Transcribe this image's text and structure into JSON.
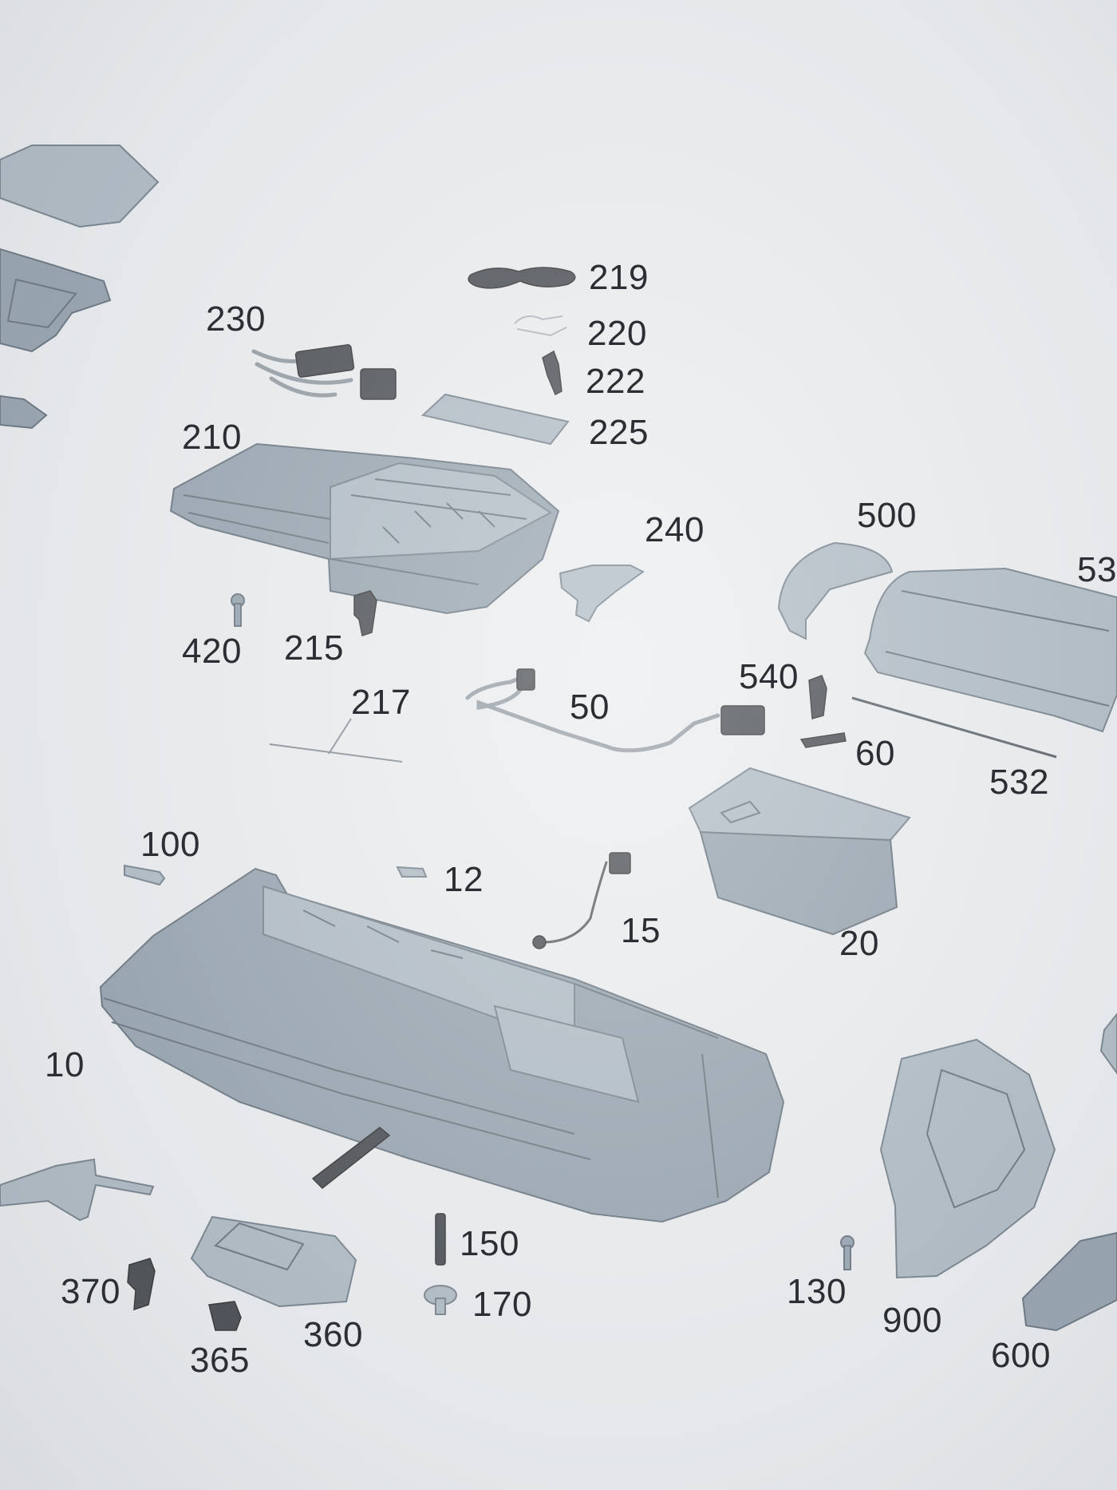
{
  "callouts": {
    "l10": "10",
    "l12": "12",
    "l15": "15",
    "l20": "20",
    "l50": "50",
    "l53": "53",
    "l60": "60",
    "l100": "100",
    "l130": "130",
    "l150": "150",
    "l170": "170",
    "l210": "210",
    "l215": "215",
    "l217": "217",
    "l219": "219",
    "l220": "220",
    "l222": "222",
    "l225": "225",
    "l230": "230",
    "l240": "240",
    "l360": "360",
    "l365": "365",
    "l370": "370",
    "l420": "420",
    "l500": "500",
    "l532": "532",
    "l540": "540",
    "l600": "600",
    "l900": "900"
  },
  "colors": {
    "part": "#8e9ca8",
    "part_dark": "#3a3f44",
    "background": "#e9ebed"
  }
}
